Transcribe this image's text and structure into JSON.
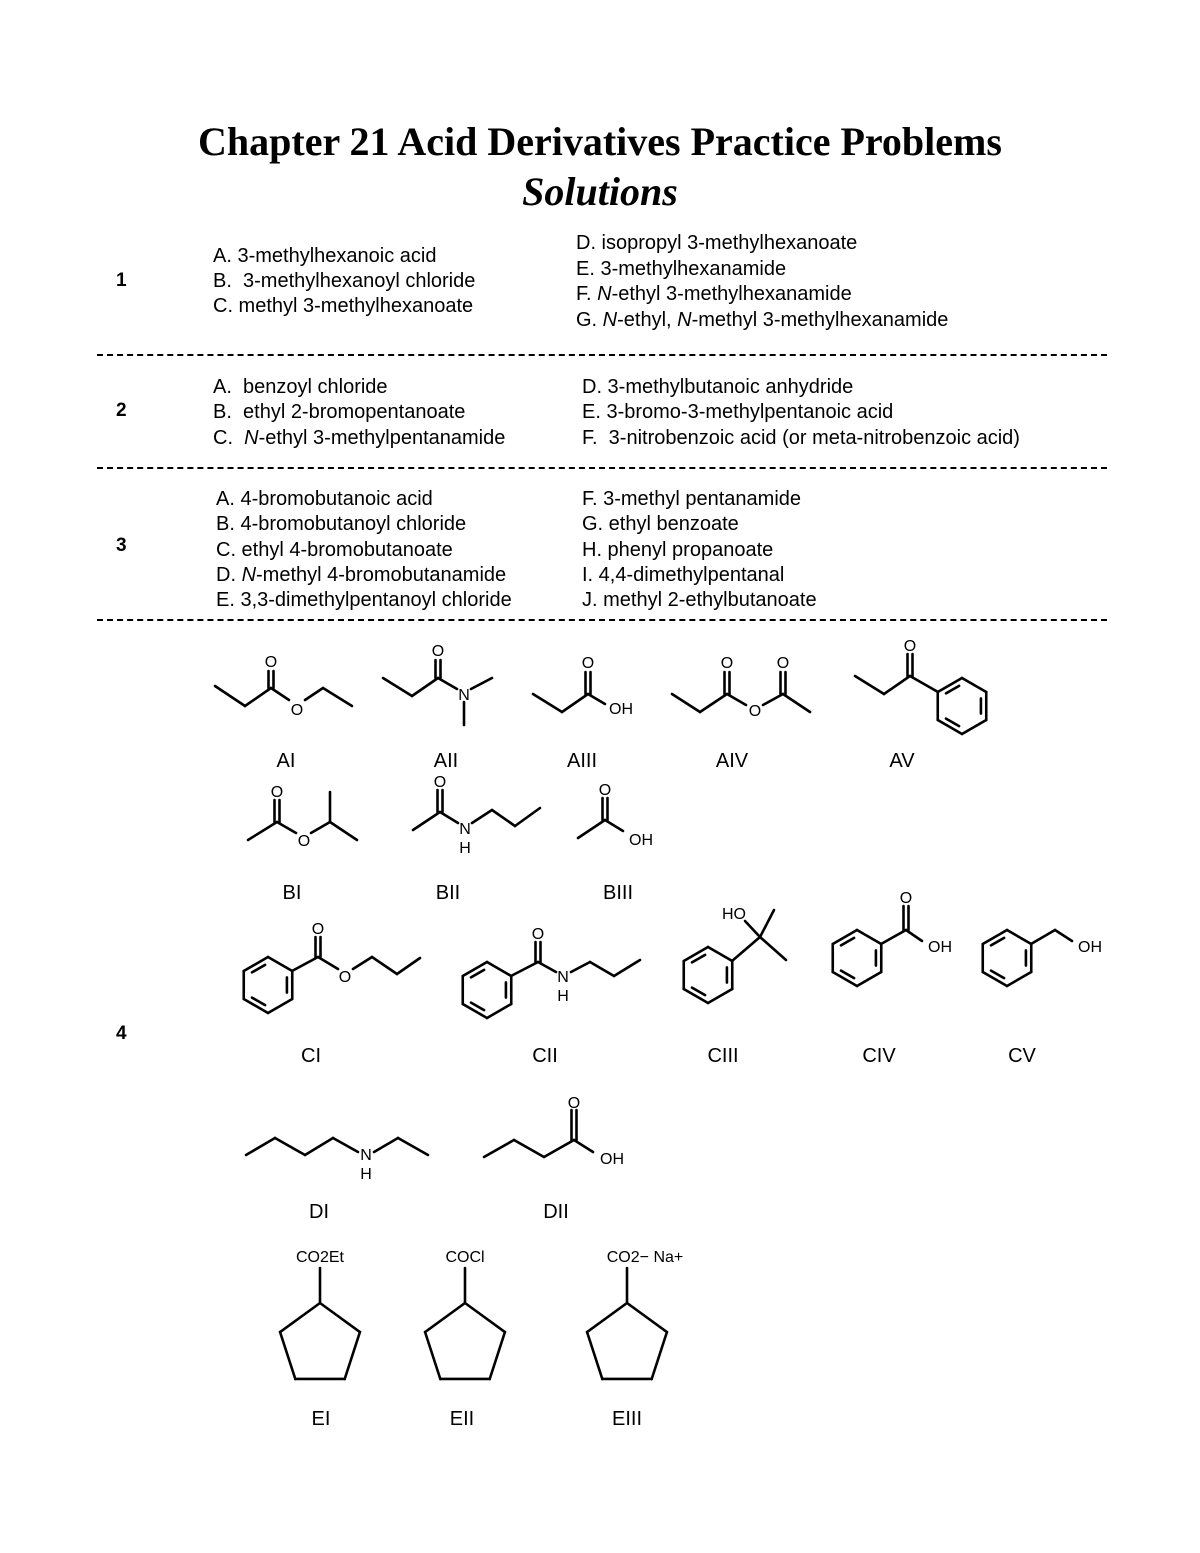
{
  "title": "Chapter 21 Acid Derivatives Practice Problems",
  "subtitle": "Solutions",
  "sections": [
    {
      "number": "1",
      "left": [
        [
          {
            "t": "A. 3-methylhexanoic acid"
          }
        ],
        [
          {
            "t": "B.  3-methylhexanoyl chloride"
          }
        ],
        [
          {
            "t": "C. methyl 3-methylhexanoate"
          }
        ]
      ],
      "right": [
        [
          {
            "t": "D. isopropyl 3-methylhexanoate"
          }
        ],
        [
          {
            "t": "E. 3-methylhexanamide"
          }
        ],
        [
          {
            "t": "F. "
          },
          {
            "t": "N",
            "i": true
          },
          {
            "t": "-ethyl 3-methylhexanamide"
          }
        ],
        [
          {
            "t": "G. "
          },
          {
            "t": "N",
            "i": true
          },
          {
            "t": "-ethyl, "
          },
          {
            "t": "N",
            "i": true
          },
          {
            "t": "-methyl 3-methylhexanamide"
          }
        ]
      ]
    },
    {
      "number": "2",
      "left": [
        [
          {
            "t": "A.  benzoyl chloride"
          }
        ],
        [
          {
            "t": "B.  ethyl 2-bromopentanoate"
          }
        ],
        [
          {
            "t": "C.  "
          },
          {
            "t": "N",
            "i": true
          },
          {
            "t": "-ethyl 3-methylpentanamide"
          }
        ]
      ],
      "right": [
        [
          {
            "t": "D. 3-methylbutanoic anhydride"
          }
        ],
        [
          {
            "t": "E. 3-bromo-3-methylpentanoic acid"
          }
        ],
        [
          {
            "t": "F.  3-nitrobenzoic acid (or meta-nitrobenzoic acid)"
          }
        ]
      ]
    },
    {
      "number": "3",
      "left": [
        [
          {
            "t": "A. 4-bromobutanoic acid"
          }
        ],
        [
          {
            "t": "B. 4-bromobutanoyl chloride"
          }
        ],
        [
          {
            "t": "C. ethyl 4-bromobutanoate"
          }
        ],
        [
          {
            "t": "D. "
          },
          {
            "t": "N",
            "i": true
          },
          {
            "t": "-methyl 4-bromobutanamide"
          }
        ],
        [
          {
            "t": "E. 3,3-dimethylpentanoyl chloride"
          }
        ]
      ],
      "right": [
        [
          {
            "t": "F. 3-methyl pentanamide"
          }
        ],
        [
          {
            "t": "G. ethyl benzoate"
          }
        ],
        [
          {
            "t": "H. phenyl propanoate"
          }
        ],
        [
          {
            "t": "I. 4,4-dimethylpentanal"
          }
        ],
        [
          {
            "t": "J. methyl 2-ethylbutanoate"
          }
        ]
      ]
    }
  ],
  "section4": {
    "number": "4",
    "labels": [
      "AI",
      "AII",
      "AIII",
      "AIV",
      "AV",
      "BI",
      "BII",
      "BIII",
      "CI",
      "CII",
      "CIII",
      "CIV",
      "CV",
      "DI",
      "DII",
      "EI",
      "EII",
      "EIII"
    ],
    "atoms": {
      "O": "O",
      "OH": "OH",
      "HO": "HO",
      "N": "N",
      "H": "H",
      "CO2Et": "CO2Et",
      "COCl": "COCl",
      "CO2Na": "CO2− Na+"
    }
  }
}
